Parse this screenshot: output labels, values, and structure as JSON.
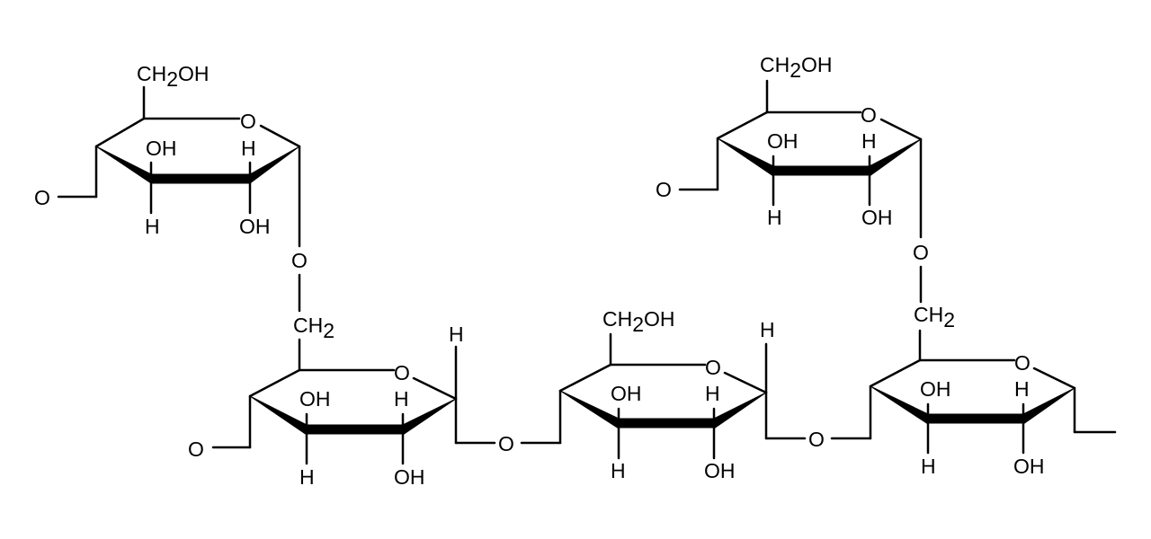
{
  "labels": {
    "ch2oh_main": "CH",
    "ch2oh_sub": "2",
    "ch2oh_tail": "OH",
    "ch2_main": "CH",
    "ch2_sub": "2",
    "ring_o": "O",
    "oh": "OH",
    "h": "H",
    "o": "O"
  },
  "colors": {
    "ink": "#000000",
    "background": "#ffffff"
  }
}
